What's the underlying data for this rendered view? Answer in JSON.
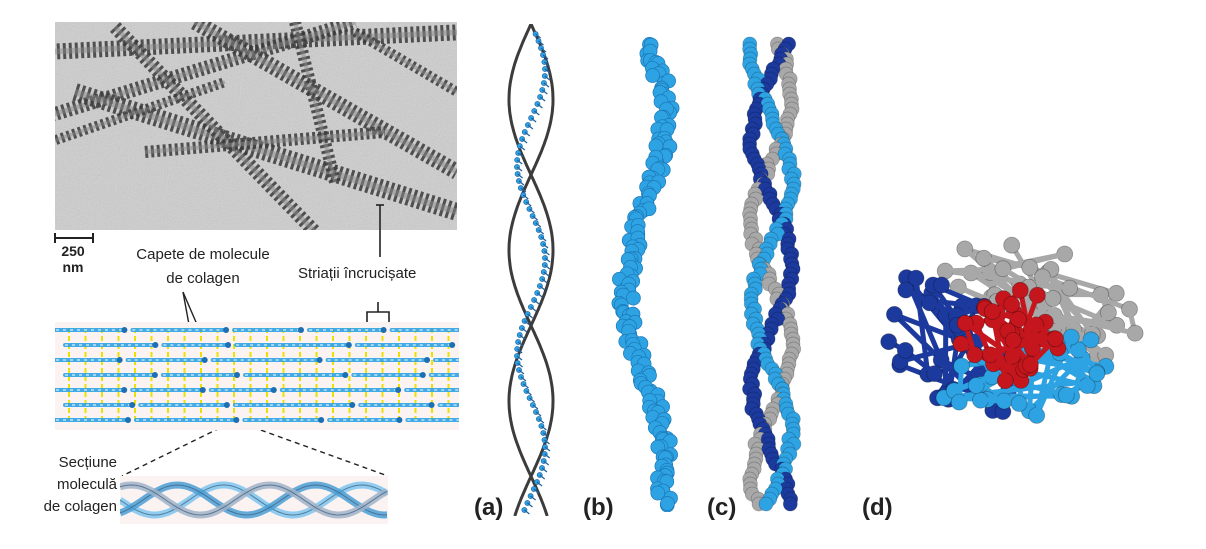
{
  "figure": {
    "scale_bar": {
      "value": "250",
      "unit": "nm"
    },
    "labels": {
      "molecule_heads_line1": "Capete de molecule",
      "molecule_heads_line2": "de colagen",
      "cross_striations": "Striații încrucișate",
      "section_line1": "Secțiune",
      "section_line2": "moleculă",
      "section_line3": "de colagen"
    },
    "panels": [
      "(a)",
      "(b)",
      "(c)",
      "(d)"
    ],
    "colors": {
      "light_blue": "#2ea3e3",
      "dark_blue": "#1c3a9e",
      "grey": "#a8a8a8",
      "red": "#c4161c",
      "yellow": "#f0e000",
      "backbone": "#3c3c3c"
    }
  }
}
